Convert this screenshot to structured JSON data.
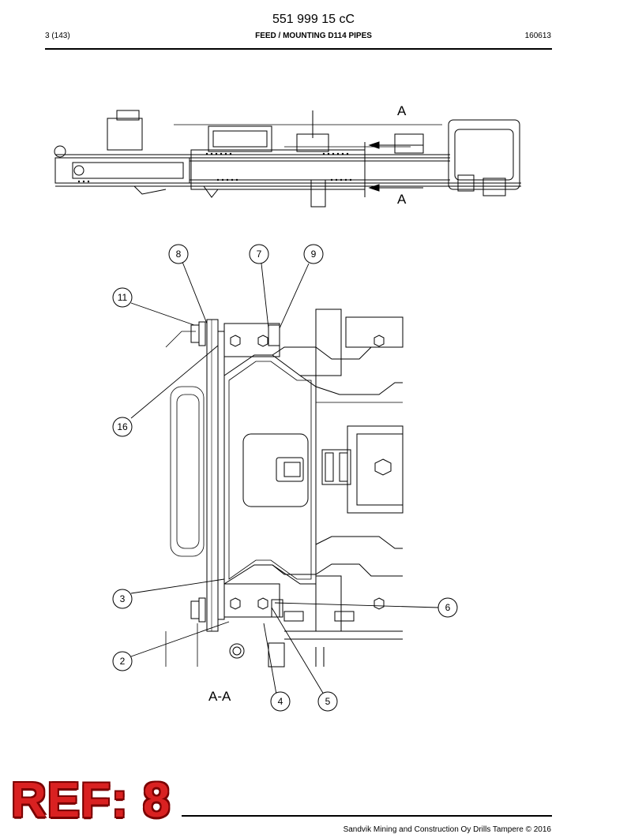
{
  "header": {
    "doc_number": "551 999 15 cC",
    "page": "3 (143)",
    "section_title": "FEED / MOUNTING D114 PIPES",
    "date_code": "160613"
  },
  "top_view": {
    "section_marker_top": "A",
    "section_marker_bottom": "A"
  },
  "section_view": {
    "label": "A-A",
    "callouts": [
      "8",
      "7",
      "9",
      "11",
      "16",
      "3",
      "6",
      "2",
      "4",
      "5"
    ]
  },
  "footer": {
    "copyright": "Sandvik Mining and Construction Oy Drills Tampere © 2016"
  },
  "stamp": {
    "text": "REF: 8",
    "color": "#d92121"
  }
}
